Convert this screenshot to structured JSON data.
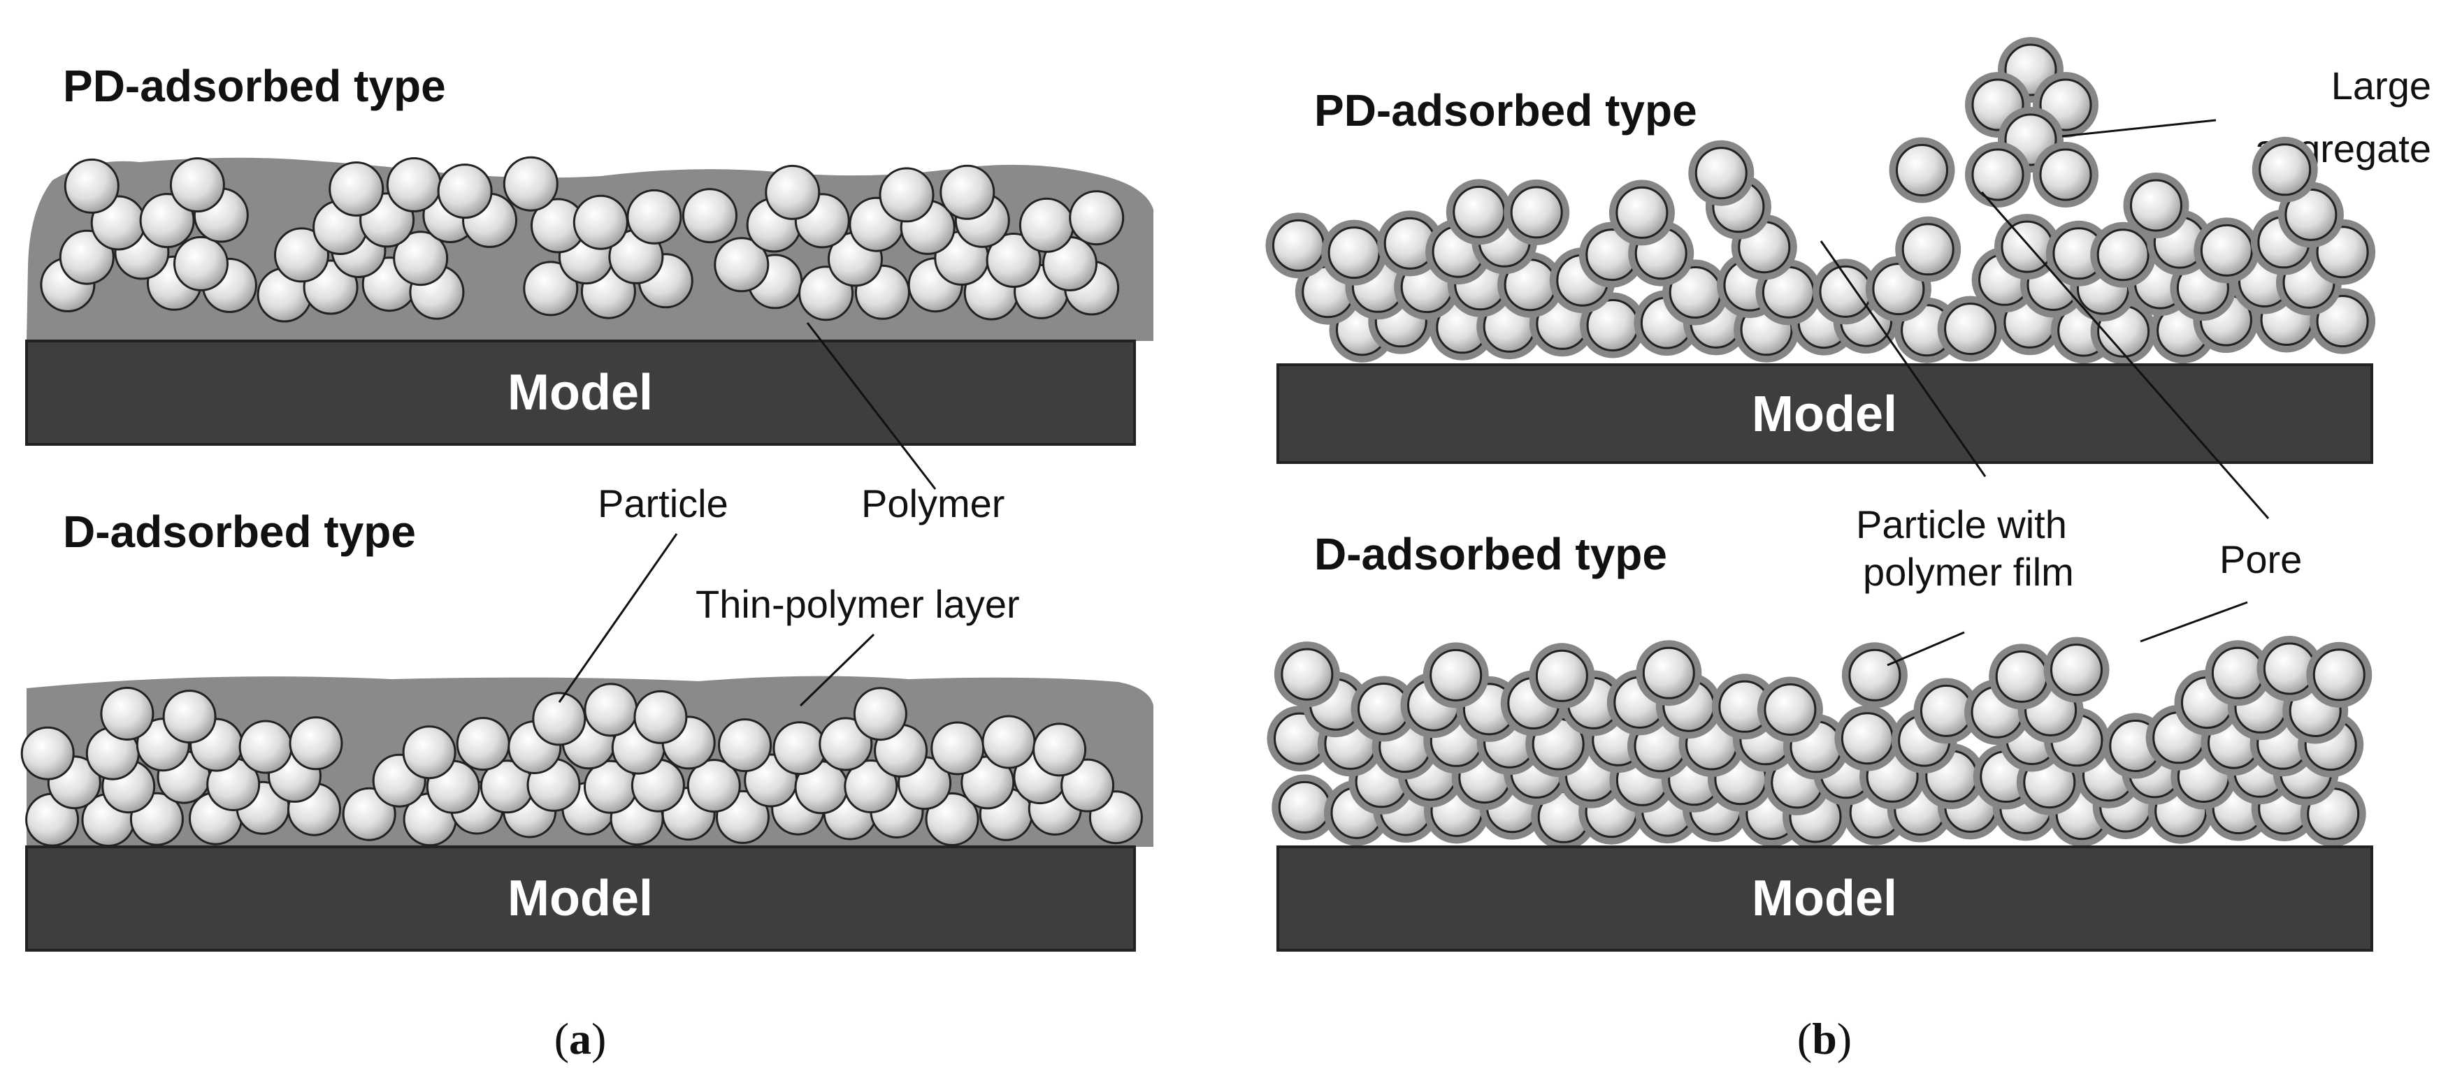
{
  "colors": {
    "substrate": "#3e3e3e",
    "polymer": "#8a8a8a",
    "particle_light": "#ffffff",
    "particle_dark": "#9a9a9a",
    "text": "#111111"
  },
  "panel_a": {
    "top_title": "PD-adsorbed type",
    "bottom_title": "D-adsorbed type",
    "model_top": "Model",
    "model_bottom": "Model",
    "particle_label": "Particle",
    "polymer_label": "Polymer",
    "thin_layer_label": "Thin-polymer layer",
    "caption_open": "(",
    "caption_letter": "a",
    "caption_close": ")"
  },
  "panel_b": {
    "top_title": "PD-adsorbed type",
    "bottom_title": "D-adsorbed type",
    "model_top": "Model",
    "model_bottom": "Model",
    "aggregate_label_1": "Large",
    "aggregate_label_2": "aggregate",
    "film_label_1": "Particle with",
    "film_label_2": "polymer film",
    "pore_label": "Pore",
    "caption_open": "(",
    "caption_letter": "b",
    "caption_close": ")"
  }
}
